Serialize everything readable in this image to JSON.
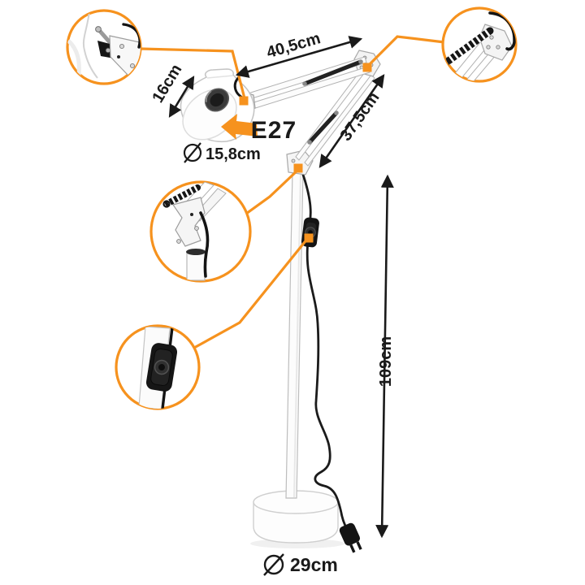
{
  "page": {
    "background": "#ffffff"
  },
  "style": {
    "accent_color": "#F6921E",
    "ink_color": "#1A1A1A"
  },
  "product": {
    "kind": "articulated floor lamp",
    "finish": "white"
  },
  "labels": {
    "socket_type": "E27",
    "upper_arm_length": "40,5cm",
    "shade_height": "16cm",
    "lower_arm_length": "37,5cm",
    "stand_height": "109cm",
    "shade_diameter": "15,8cm",
    "base_diameter": "29cm"
  },
  "icons": {
    "diameter_symbol": "circle-with-slash (⌀)"
  },
  "callouts": [
    {
      "name": "head-joint-detail"
    },
    {
      "name": "elbow-spring-detail"
    },
    {
      "name": "arm-clamp-detail"
    },
    {
      "name": "cord-switch-detail"
    }
  ]
}
